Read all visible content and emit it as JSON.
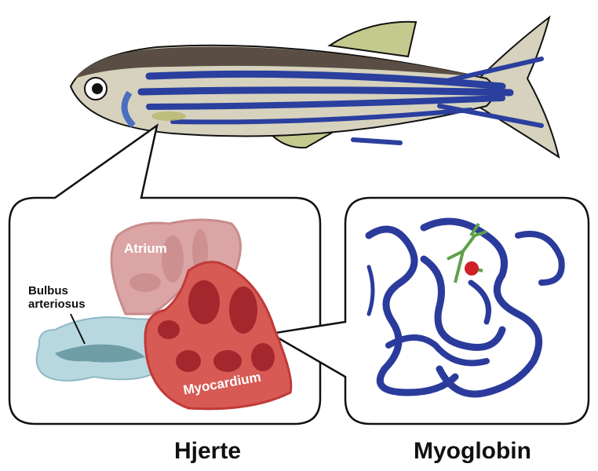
{
  "labels": {
    "atrium": "Atrium",
    "bulbus": "Bulbus arteriosus",
    "bulbus_line1": "Bulbus",
    "bulbus_line2": "arteriosus",
    "myocardium": "Myocardium",
    "heart_caption": "Hjerte",
    "myoglobin_caption": "Myoglobin"
  },
  "colors": {
    "fish_body": "#d6d2bd",
    "fish_back": "#5a4e44",
    "stripe": "#2a3f9e",
    "fin": "#c4c98e",
    "atrium": "#dca5a5",
    "ventricle": "#d75a55",
    "bulbus": "#b8d8e0",
    "protein": "#2b3b9c",
    "heme": "#5fa04a",
    "iron": "#d0202a"
  }
}
